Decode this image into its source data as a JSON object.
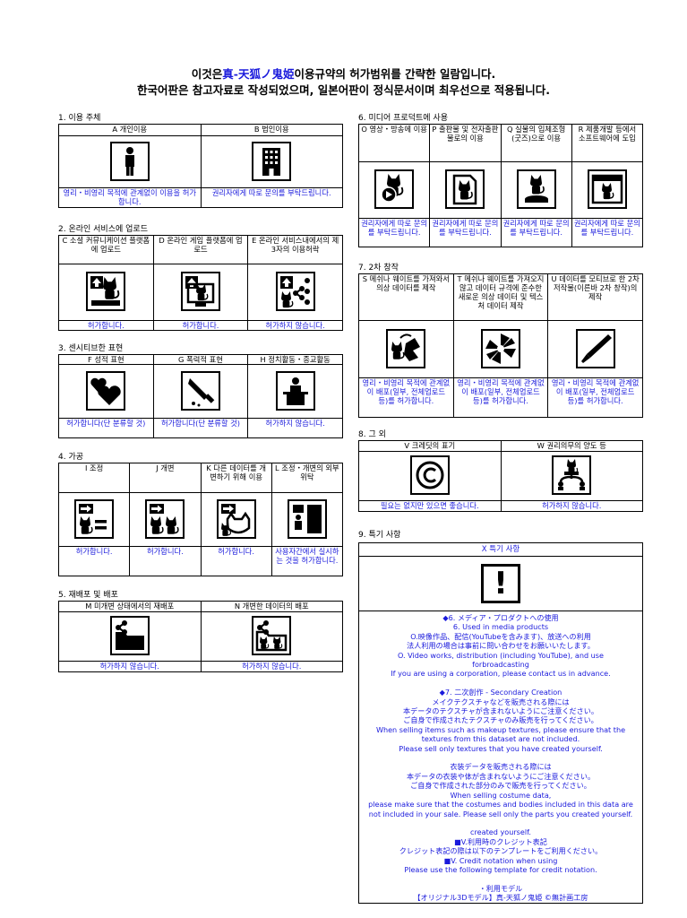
{
  "header": {
    "line1_pre": "이것은",
    "line1_hl": "真-天狐ノ鬼姫",
    "line1_post": "이용규약의 허가범위를 간략한 일람입니다.",
    "line2": "한국어판은 참고자료로 작성되었으며, 일본어판이 정식문서이며 최우선으로 적용됩니다."
  },
  "sections": {
    "s1": {
      "title": "1. 이용 주체",
      "cols": [
        {
          "label": "A 개인이용",
          "icon": "person-icon",
          "perm": "영리・비영리 목적에 관계없이 이용을 허가합니다."
        },
        {
          "label": "B 법인이용",
          "icon": "building-icon",
          "perm": "권리자에게 따로 문의를 부탁드립니다."
        }
      ]
    },
    "s2": {
      "title": "2. 온라인 서비스에 업로드",
      "cols": [
        {
          "label": "C 소셜 커뮤니케이션 플랫폼에 업로드",
          "icon": "upload-social-icon",
          "perm": "허가합니다."
        },
        {
          "label": "D 온라인 게임 플랫폼에 업로드",
          "icon": "upload-game-icon",
          "perm": "허가합니다."
        },
        {
          "label": "E 온라인 서비스내에서의 제3자의 이용허락",
          "icon": "share-third-party-icon",
          "perm": "허가하지 않습니다."
        }
      ]
    },
    "s3": {
      "title": "3. 센시티브한 표현",
      "cols": [
        {
          "label": "F 성적 표현",
          "icon": "hearts-icon",
          "perm": "허가합니다(단 분류할 것)"
        },
        {
          "label": "G 폭력적 표현",
          "icon": "knife-icon",
          "perm": "허가합니다(단 분류할 것)"
        },
        {
          "label": "H 정치활동・종교활동",
          "icon": "podium-icon",
          "perm": "허가하지 않습니다."
        }
      ]
    },
    "s4": {
      "title": "4. 가공",
      "cols": [
        {
          "label": "I 조정",
          "icon": "adjust-icon",
          "perm": "허가합니다."
        },
        {
          "label": "J 개변",
          "icon": "modify-icon",
          "perm": "허가합니다."
        },
        {
          "label": "K 다른 데이터를 개변하기 위해 이용",
          "icon": "use-for-other-icon",
          "perm": "허가합니다."
        },
        {
          "label": "L 조정・개변의 외부위탁",
          "icon": "outsource-icon",
          "perm": "사용자간에서 실시하는 것을 허가합니다."
        }
      ]
    },
    "s5": {
      "title": "5. 재배포 및 배포",
      "cols": [
        {
          "label": "M 미개변 상태에서의 재배포",
          "icon": "redistribute-icon",
          "perm": "허가하지 않습니다."
        },
        {
          "label": "N 개변한 데이터의 배포",
          "icon": "distribute-modified-icon",
          "perm": "허가하지 않습니다."
        }
      ]
    },
    "s6": {
      "title": "6. 미디어 프로덕트에 사용",
      "cols": [
        {
          "label": "O 영상・방송에 이용",
          "icon": "video-icon",
          "perm": "권리자에게 따로 문의를 부탁드립니다."
        },
        {
          "label": "P 출판물 및 전자출판물로의 이용",
          "icon": "publication-icon",
          "perm": "권리자에게 따로 문의를 부탁드립니다."
        },
        {
          "label": "Q 실물의 입체조형(굿즈)으로 이용",
          "icon": "figure-icon",
          "perm": "권리자에게 따로 문의를 부탁드립니다."
        },
        {
          "label": "R 제품개발 등에서 소프트웨어에 도입",
          "icon": "software-icon",
          "perm": "권리자에게 따로 문의를 부탁드립니다."
        }
      ]
    },
    "s7": {
      "title": "7. 2차 창작",
      "cols": [
        {
          "label": "S 메쉬나 웨이트를 가져와서 의상 데이터를 제작",
          "icon": "mesh-clothing-icon",
          "perm": "영리・비영리 목적에 관계없이 배포(일부, 전체업로드 등)를 허가합니다."
        },
        {
          "label": "T 메쉬나 웨이트를 가져오지 않고 데이터 규격에 준수한 새로운 의상 데이터 및 텍스처 데이터 제작",
          "icon": "new-clothing-icon",
          "perm": "영리・비영리 목적에 관계없이 배포(일부, 전체업로드 등)를 허가합니다."
        },
        {
          "label": "U 데이터를 모티브로 한 2차 저작물(이른바 2차 창작)의 제작",
          "icon": "pen-icon",
          "perm": "영리・비영리 목적에 관계없이 배포(일부, 전체업로드 등)를 허가합니다."
        }
      ]
    },
    "s8": {
      "title": "8. 그 외",
      "cols": [
        {
          "label": "V 크레딧의 표기",
          "icon": "copyright-icon",
          "perm": "필요는 없지만 있으면 좋습니다."
        },
        {
          "label": "W 권리의무의 양도 등",
          "icon": "transfer-icon",
          "perm": "허가하지 않습니다."
        }
      ]
    },
    "s9": {
      "title": "9. 특기 사항",
      "header": "X 특기 사항",
      "icon": "exclamation-icon",
      "lines": [
        "◆6. メディア・プロダクトへの使用",
        "6.  Used in media products",
        "O.映像作品、配信(YouTubeを含みます)、放送への利用",
        "法人利用の場合は事前に問い合わせをお願いいたします。",
        "O. Video works, distribution (including YouTube), and use",
        "forbroadcasting",
        "If you are using a corporation, please contact us in advance.",
        "",
        "◆7. 二次創作 - Secondary Creation",
        "メイクテクスチャなどを販売される際には",
        "本データのテクスチャが含まれないようにご注意ください。",
        "ご自身で作成されたテクスチャのみ販売を行ってください。",
        "When selling items such as makeup textures, please ensure that the",
        "textures from this dataset are not included.",
        "Please sell only textures that you have created yourself.",
        "",
        "衣装データを販売される際には",
        "本データの衣装や体が含まれないようにご注意ください。",
        "ご自身で作成された部分のみで販売を行ってください。",
        "When selling costume data,",
        "please make sure that the costumes and bodies included in this data are",
        "not included in your sale. Please sell only the parts you created yourself.",
        "",
        "created yourself.",
        "■V.利用時のクレジット表記",
        "クレジット表記の際は以下のテンプレートをご利用ください。",
        "■V. Credit notation when using",
        "Please use the following template for credit notation.",
        "",
        "・利用モデル",
        "【オリジナル3Dモデル】真-天狐ノ鬼姫 ©無計画工房"
      ]
    }
  }
}
